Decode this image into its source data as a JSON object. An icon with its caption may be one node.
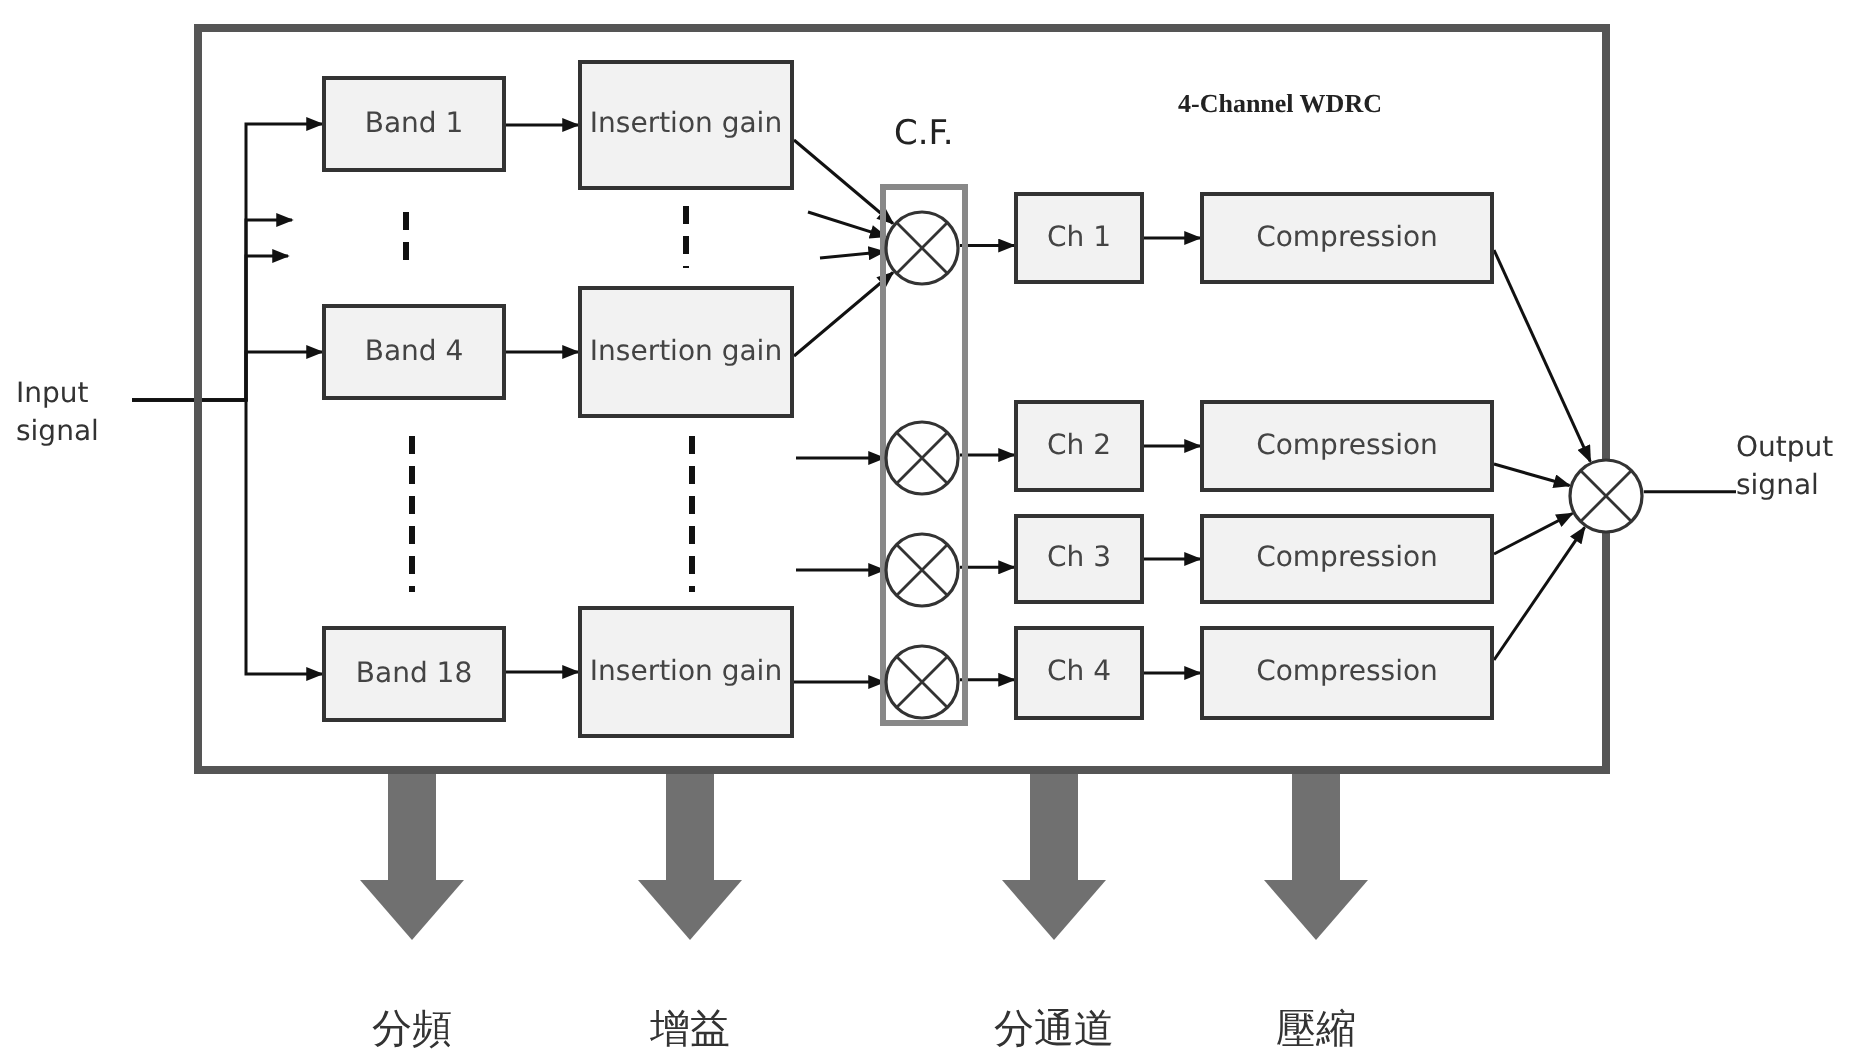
{
  "diagram": {
    "nodes": [
      {
        "text": [
          "4-Channel WDRC"
        ]
      },
      {
        "text": [
          "Input signal"
        ]
      },
      {
        "text": [
          "Band 1"
        ],
        "in": 0
      },
      {
        "text": [
          "Band 4"
        ],
        "in": 0
      },
      {
        "text": [
          "Band 18"
        ],
        "in": 0
      },
      {
        "text": [
          "Insertion gain"
        ],
        "in": 0
      },
      {
        "text": [
          "Insertion gain"
        ],
        "in": 0
      },
      {
        "text": [
          "Insertion gain"
        ],
        "in": 0
      },
      {
        "text": [
          "C.F."
        ],
        "in": 0
      },
      {
        "text": [],
        "shape": "circle",
        "in": 8
      },
      {
        "text": [],
        "shape": "circle",
        "in": 8
      },
      {
        "text": [],
        "shape": "circle",
        "in": 8
      },
      {
        "text": [],
        "shape": "circle",
        "in": 8
      },
      {
        "text": [
          "Ch 1"
        ],
        "in": 0
      },
      {
        "text": [
          "Ch 2"
        ],
        "in": 0
      },
      {
        "text": [
          "Ch 3"
        ],
        "in": 0
      },
      {
        "text": [
          "Ch 4"
        ],
        "in": 0
      },
      {
        "text": [
          "Compression"
        ],
        "in": 0
      },
      {
        "text": [
          "Compression"
        ],
        "in": 0
      },
      {
        "text": [
          "Compression"
        ],
        "in": 0
      },
      {
        "text": [
          "Compression"
        ],
        "in": 0
      },
      {
        "text": [],
        "shape": "circle",
        "in": 0
      },
      {
        "text": [
          "Output signal"
        ]
      },
      {
        "text": [
          "分頻"
        ]
      },
      {
        "text": [
          "增益"
        ]
      },
      {
        "text": [
          "分通道"
        ]
      },
      {
        "text": [
          "壓縮"
        ]
      }
    ],
    "edges": [
      {
        "from": 1,
        "to": 2,
        "arrow": "to"
      },
      {
        "from": 1,
        "to": null,
        "arrow": "to"
      },
      {
        "from": 1,
        "to": null,
        "arrow": "to"
      },
      {
        "from": 1,
        "to": 3,
        "arrow": "to"
      },
      {
        "from": 1,
        "to": 4,
        "arrow": "to"
      },
      {
        "from": 2,
        "to": 5,
        "arrow": "to"
      },
      {
        "from": 3,
        "to": 6,
        "arrow": "to"
      },
      {
        "from": 4,
        "to": 7,
        "arrow": "to"
      },
      {
        "from": 5,
        "to": 9,
        "arrow": "to"
      },
      {
        "from": null,
        "to": 9,
        "arrow": "to"
      },
      {
        "from": null,
        "to": 9,
        "arrow": "to"
      },
      {
        "from": 6,
        "to": 9,
        "arrow": "to"
      },
      {
        "from": null,
        "to": 10,
        "arrow": "to"
      },
      {
        "from": null,
        "to": 11,
        "arrow": "to"
      },
      {
        "from": 7,
        "to": 12,
        "arrow": "to"
      },
      {
        "from": 9,
        "to": 13,
        "arrow": "to"
      },
      {
        "from": 10,
        "to": 14,
        "arrow": "to"
      },
      {
        "from": 11,
        "to": 15,
        "arrow": "to"
      },
      {
        "from": 12,
        "to": 16,
        "arrow": "to"
      },
      {
        "from": 13,
        "to": 17,
        "arrow": "to"
      },
      {
        "from": 14,
        "to": 18,
        "arrow": "to"
      },
      {
        "from": 15,
        "to": 19,
        "arrow": "to"
      },
      {
        "from": 16,
        "to": 20,
        "arrow": "to"
      },
      {
        "from": 17,
        "to": 21,
        "arrow": "to"
      },
      {
        "from": 18,
        "to": 21,
        "arrow": "to"
      },
      {
        "from": 19,
        "to": 21,
        "arrow": "to"
      },
      {
        "from": 20,
        "to": 21,
        "arrow": "to"
      },
      {
        "from": 21,
        "to": 22,
        "arrow": "none"
      },
      {
        "from": 0,
        "to": 23,
        "arrow": "to",
        "style": "thick",
        "color": "#707070"
      },
      {
        "from": 0,
        "to": 24,
        "arrow": "to",
        "style": "thick",
        "color": "#707070"
      },
      {
        "from": 0,
        "to": 25,
        "arrow": "to",
        "style": "thick",
        "color": "#707070"
      },
      {
        "from": 0,
        "to": 26,
        "arrow": "to",
        "style": "thick",
        "color": "#707070"
      }
    ]
  }
}
